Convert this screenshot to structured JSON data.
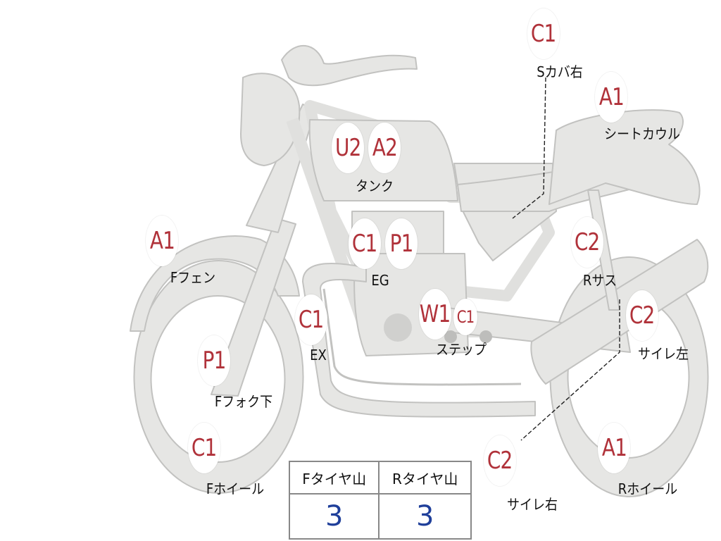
{
  "parts": [
    {
      "id": "s_cover_right",
      "code": "C1",
      "label": "Sカバ右"
    },
    {
      "id": "seat_cowl",
      "code": "A1",
      "label": "シートカウル"
    },
    {
      "id": "tank",
      "codes": [
        "U2",
        "A2"
      ],
      "label": "タンク"
    },
    {
      "id": "f_fender",
      "code": "A1",
      "label": "Fフェン"
    },
    {
      "id": "engine",
      "codes": [
        "C1",
        "P1"
      ],
      "label": "EG"
    },
    {
      "id": "r_suspension",
      "code": "C2",
      "label": "Rサス"
    },
    {
      "id": "exhaust",
      "code": "C1",
      "label": "EX"
    },
    {
      "id": "step",
      "codes": [
        "W1",
        "C1"
      ],
      "label": "ステップ"
    },
    {
      "id": "muffler_left",
      "code": "C2",
      "label": "サイレ左"
    },
    {
      "id": "f_fork_lower",
      "code": "P1",
      "label": "Fフォク下"
    },
    {
      "id": "f_wheel",
      "code": "C1",
      "label": "Fホイール"
    },
    {
      "id": "muffler_right",
      "code": "C2",
      "label": "サイレ右"
    },
    {
      "id": "r_wheel",
      "code": "A1",
      "label": "Rホイール"
    }
  ],
  "tire_table": {
    "headers": [
      "Fタイヤ山",
      "Rタイヤ山"
    ],
    "values": [
      "3",
      "3"
    ]
  },
  "colors": {
    "bike_fill": "#e6e6e4",
    "bike_stroke": "#bfbfbd",
    "code_red": "#b0323a",
    "value_blue": "#1f3f9a"
  }
}
